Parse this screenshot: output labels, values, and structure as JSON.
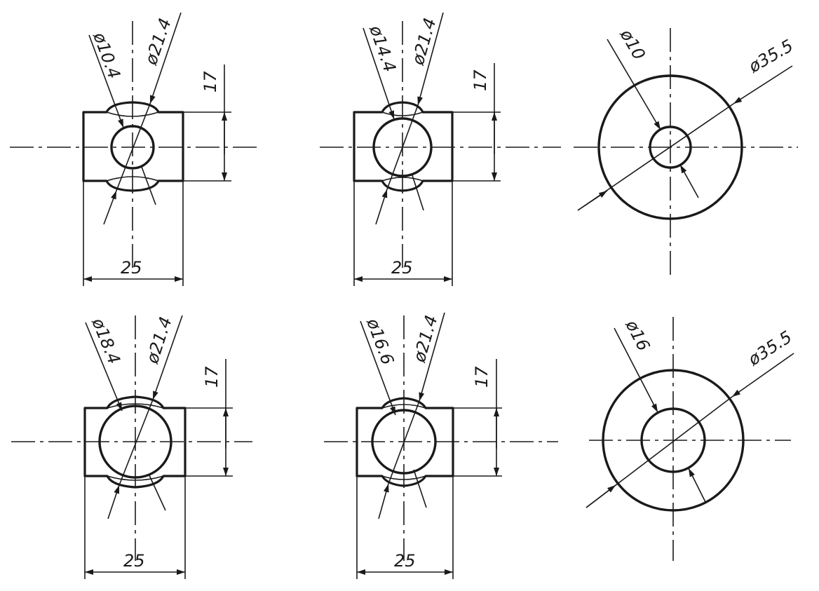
{
  "views": [
    {
      "id": "top-left",
      "labels": {
        "diameter_inner": "ø10.4",
        "diameter_outer": "ø21.4",
        "height": "17",
        "width": "25"
      }
    },
    {
      "id": "top-middle",
      "labels": {
        "diameter_inner": "ø14.4",
        "diameter_outer": "ø21.4",
        "height": "17",
        "width": "25"
      }
    },
    {
      "id": "top-right",
      "labels": {
        "diameter_inner": "ø10",
        "diameter_outer": "ø35.5"
      }
    },
    {
      "id": "bottom-left",
      "labels": {
        "diameter_inner": "ø18.4",
        "diameter_outer": "ø21.4",
        "height": "17",
        "width": "25"
      }
    },
    {
      "id": "bottom-middle",
      "labels": {
        "diameter_inner": "ø16.6",
        "diameter_outer": "ø21.4",
        "height": "17",
        "width": "25"
      }
    },
    {
      "id": "bottom-right",
      "labels": {
        "diameter_inner": "ø16",
        "diameter_outer": "ø35.5"
      }
    }
  ]
}
